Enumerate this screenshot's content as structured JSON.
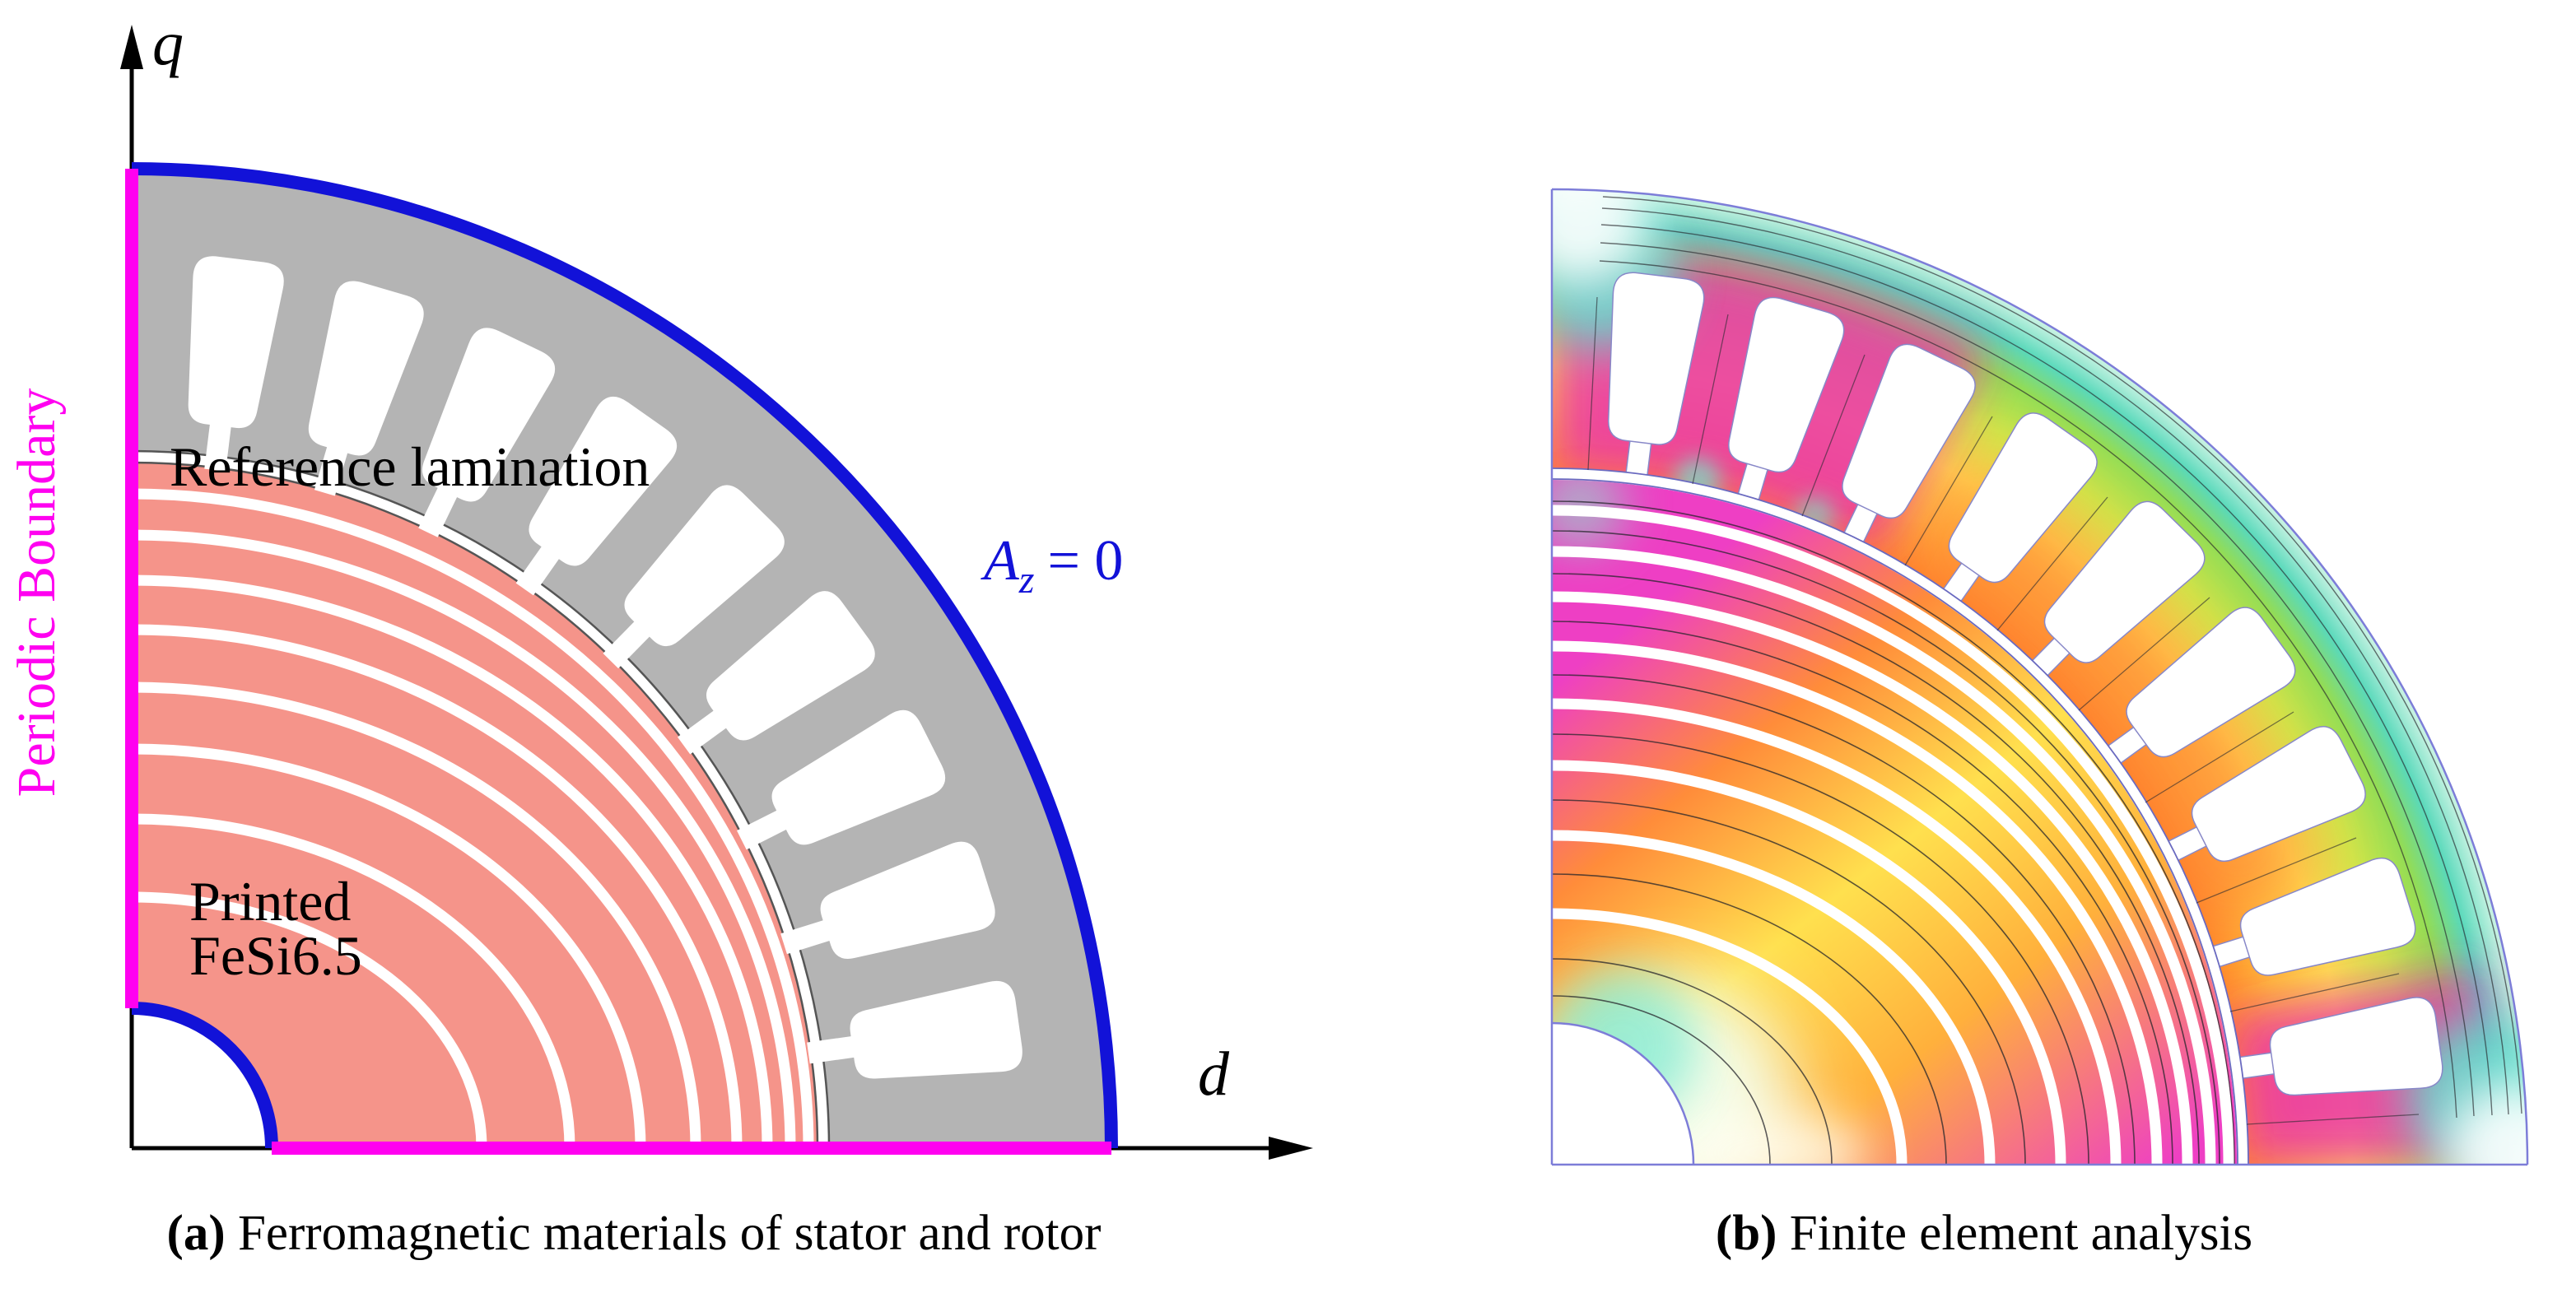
{
  "colors": {
    "magenta": "#ff00f0",
    "blue": "#1212d8",
    "stator-gray": "#b4b4b4",
    "rotor-salmon": "#f5948a",
    "ink": "#000000",
    "fea-magenta": "#ee3fc4",
    "fea-yellow": "#ffe04e",
    "fea-orange": "#ff8a2c",
    "fea-green": "#93dc55",
    "fea-cyan": "#59d9bb"
  },
  "panel_a": {
    "caption": {
      "marker": "(a)",
      "text": " Ferromagnetic materials of stator and rotor"
    },
    "labels": {
      "q_axis": "q",
      "d_axis": "d",
      "periodic_boundary": "Periodic Boundary",
      "reference_lamination": "Reference lamination",
      "printed_material_line1": "Printed",
      "printed_material_line2": "FeSi6.5",
      "az": {
        "var": "A",
        "sub": "z",
        "rest": "= 0"
      }
    }
  },
  "panel_b": {
    "caption": {
      "marker": "(b)",
      "text": " Finite element analysis"
    }
  }
}
